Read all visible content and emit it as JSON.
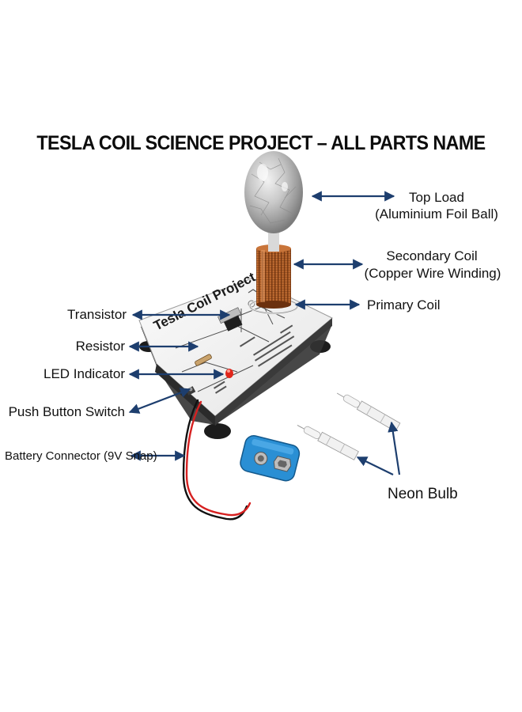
{
  "title": "TESLA COIL SCIENCE PROJECT – ALL PARTS NAME",
  "board_text": "Tesla Coil Project",
  "labels": {
    "top_load_1": "Top Load",
    "top_load_2": "(Aluminium Foil Ball)",
    "secondary_coil_1": "Secondary Coil",
    "secondary_coil_2": "(Copper Wire Winding)",
    "primary_coil": "Primary Coil",
    "transistor": "Transistor",
    "resistor": "Resistor",
    "led_indicator": "LED Indicator",
    "push_button_switch": "Push Button Switch",
    "battery_connector": "Battery Connector (9V Snap)",
    "neon_bulb": "Neon Bulb"
  },
  "colors": {
    "arrow": "#1d3e6e",
    "copper": "#b8632a",
    "board": "#f4f4f4",
    "battery_snap": "#2a8fd4",
    "led": "#e0261b",
    "wire_red": "#d62020"
  }
}
